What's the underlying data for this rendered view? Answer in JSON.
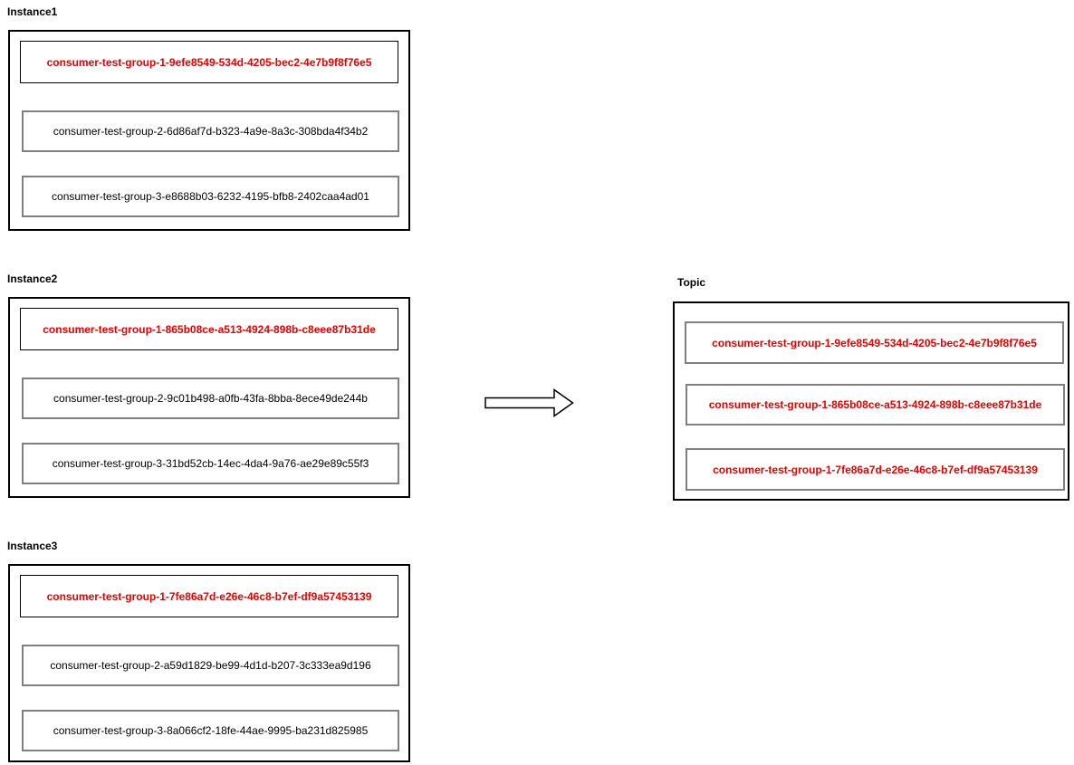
{
  "diagram": {
    "instances": [
      {
        "label": "Instance1",
        "groups": [
          {
            "text": "consumer-test-group-1-9efe8549-534d-4205-bec2-4e7b9f8f76e5",
            "highlighted": true
          },
          {
            "text": "consumer-test-group-2-6d86af7d-b323-4a9e-8a3c-308bda4f34b2",
            "highlighted": false
          },
          {
            "text": "consumer-test-group-3-e8688b03-6232-4195-bfb8-2402caa4ad01",
            "highlighted": false
          }
        ]
      },
      {
        "label": "Instance2",
        "groups": [
          {
            "text": "consumer-test-group-1-865b08ce-a513-4924-898b-c8eee87b31de",
            "highlighted": true
          },
          {
            "text": "consumer-test-group-2-9c01b498-a0fb-43fa-8bba-8ece49de244b",
            "highlighted": false
          },
          {
            "text": "consumer-test-group-3-31bd52cb-14ec-4da4-9a76-ae29e89c55f3",
            "highlighted": false
          }
        ]
      },
      {
        "label": "Instance3",
        "groups": [
          {
            "text": "consumer-test-group-1-7fe86a7d-e26e-46c8-b7ef-df9a57453139",
            "highlighted": true
          },
          {
            "text": "consumer-test-group-2-a59d1829-be99-4d1d-b207-3c333ea9d196",
            "highlighted": false
          },
          {
            "text": "consumer-test-group-3-8a066cf2-18fe-44ae-9995-ba231d825985",
            "highlighted": false
          }
        ]
      }
    ],
    "topic": {
      "label": "Topic",
      "groups": [
        {
          "text": "consumer-test-group-1-9efe8549-534d-4205-bec2-4e7b9f8f76e5",
          "highlighted": true
        },
        {
          "text": "consumer-test-group-1-865b08ce-a513-4924-898b-c8eee87b31de",
          "highlighted": true
        },
        {
          "text": "consumer-test-group-1-7fe86a7d-e26e-46c8-b7ef-df9a57453139",
          "highlighted": true
        }
      ]
    },
    "arrow": {
      "icon": "right-arrow-icon",
      "direction": "right"
    },
    "colors": {
      "highlight_text": "#e60000",
      "normal_text": "#000000",
      "border_dark": "#000000",
      "border_gray": "#808080",
      "background": "#ffffff"
    }
  }
}
